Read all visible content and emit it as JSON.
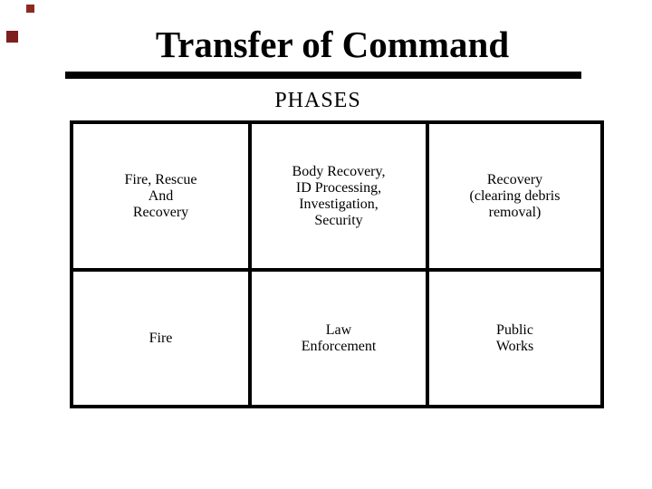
{
  "slide": {
    "title": "Transfer of Command",
    "subtitle": "PHASES",
    "background_color": "#ffffff",
    "text_color": "#000000",
    "rule_color": "#000000"
  },
  "decorations": {
    "top_square_color": "#8b2a21",
    "left_square_color": "#7e1f1f"
  },
  "phases_table": {
    "border_color": "#000000",
    "rows": [
      {
        "cells": [
          {
            "lines": [
              "Fire, Rescue",
              "And",
              "Recovery"
            ]
          },
          {
            "lines": [
              "Body Recovery,",
              "ID Processing,",
              "Investigation,",
              "Security"
            ]
          },
          {
            "lines": [
              "Recovery",
              "(clearing debris",
              "removal)"
            ]
          }
        ]
      },
      {
        "cells": [
          {
            "lines": [
              "Fire"
            ]
          },
          {
            "lines": [
              "Law",
              "Enforcement"
            ]
          },
          {
            "lines": [
              "Public",
              "Works"
            ]
          }
        ]
      }
    ]
  }
}
